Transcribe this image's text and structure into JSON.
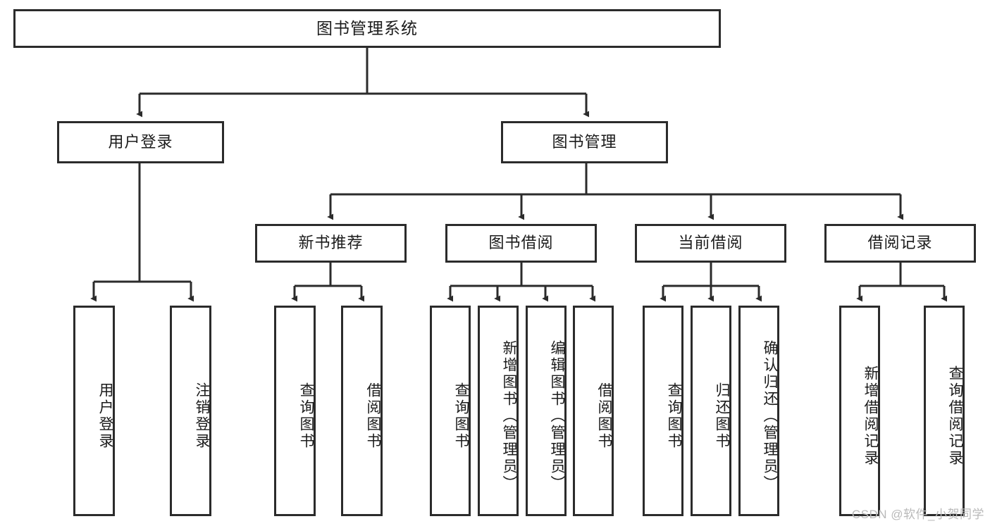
{
  "diagram": {
    "title": "图书管理系统",
    "watermark": "CSDN @软件_小贺同学",
    "colors": {
      "border": "#2b2b2b",
      "background": "#ffffff",
      "text": "#1b1b1b",
      "edge": "#2b2b2b",
      "watermark": "#b9b9b9"
    },
    "levels": {
      "root": {
        "label": "图书管理系统"
      },
      "level2": [
        {
          "label": "用户登录"
        },
        {
          "label": "图书管理"
        }
      ],
      "level3": [
        {
          "label": "新书推荐"
        },
        {
          "label": "图书借阅"
        },
        {
          "label": "当前借阅"
        },
        {
          "label": "借阅记录"
        }
      ],
      "leaves": [
        {
          "label": "用户登录",
          "parent": "用户登录"
        },
        {
          "label": "注销登录",
          "parent": "用户登录"
        },
        {
          "label": "查询图书",
          "parent": "新书推荐"
        },
        {
          "label": "借阅图书",
          "parent": "新书推荐"
        },
        {
          "label": "查询图书",
          "parent": "图书借阅"
        },
        {
          "label": "新增图书（管理员）",
          "parent": "图书借阅"
        },
        {
          "label": "编辑图书（管理员）",
          "parent": "图书借阅"
        },
        {
          "label": "借阅图书",
          "parent": "图书借阅"
        },
        {
          "label": "查询图书",
          "parent": "当前借阅"
        },
        {
          "label": "归还图书",
          "parent": "当前借阅"
        },
        {
          "label": "确认归还（管理员）",
          "parent": "当前借阅"
        },
        {
          "label": "新增借阅记录",
          "parent": "借阅记录"
        },
        {
          "label": "查询借阅记录",
          "parent": "借阅记录"
        }
      ]
    }
  }
}
